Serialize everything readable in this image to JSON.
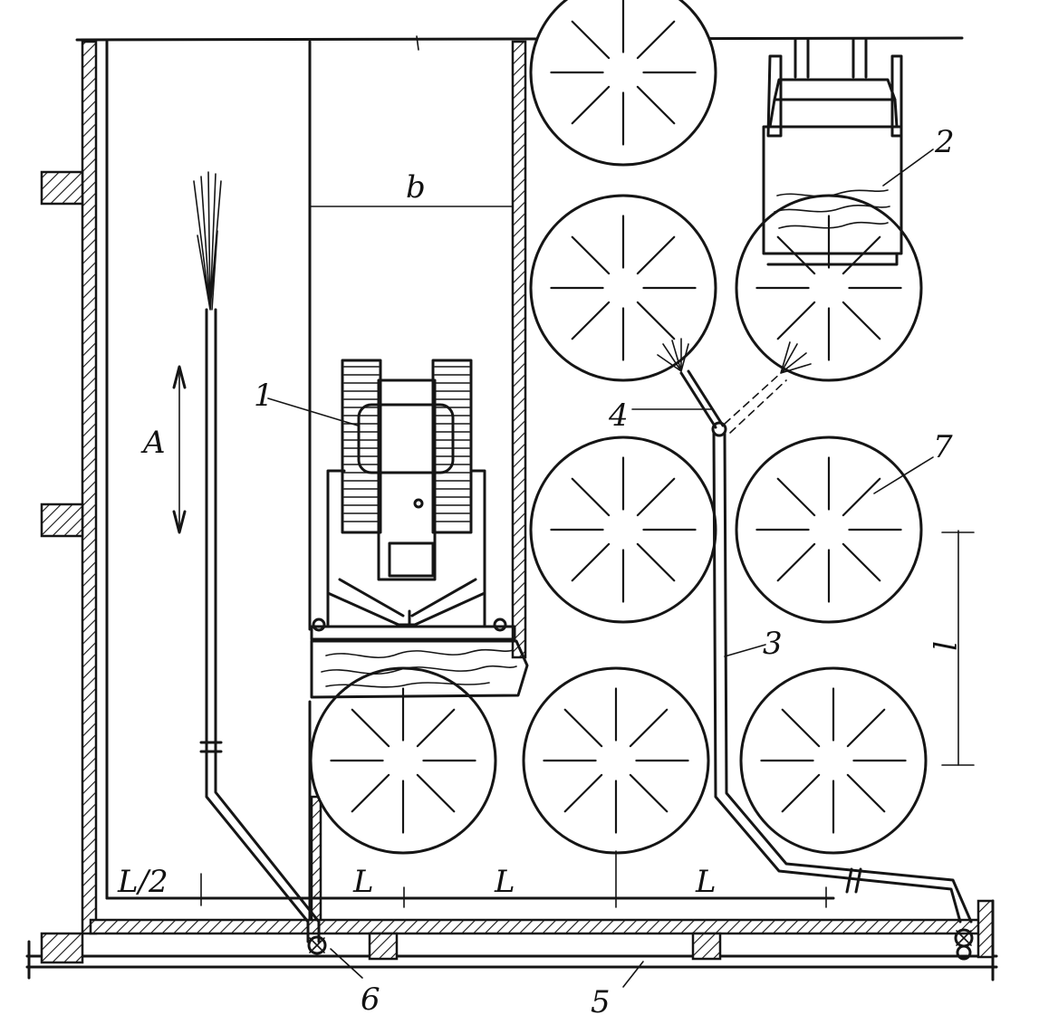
{
  "labels": {
    "machine": "1",
    "tank": "2",
    "hose": "3",
    "nozzle": "4",
    "pipeline": "5",
    "valve": "6",
    "roll": "7",
    "width": "b",
    "movement": "A",
    "spacing": "L",
    "half_spacing": "L/2",
    "row_spacing": "l"
  },
  "colors": {
    "ink": "#151515",
    "background": "#ffffff"
  }
}
